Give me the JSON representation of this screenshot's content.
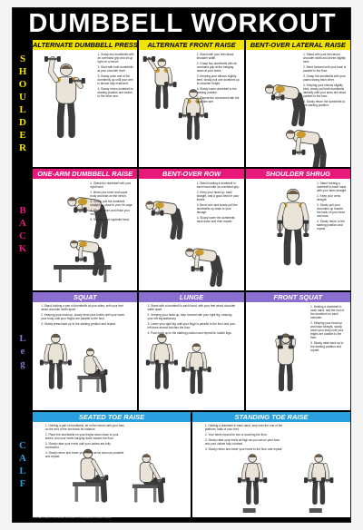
{
  "title": "DUMBBELL WORKOUT",
  "colors": {
    "shoulder": "#f2e400",
    "back": "#e8197a",
    "leg": "#8b6fd0",
    "calf": "#2a9fe0",
    "muscle_highlight": "#c99a2e",
    "skin": "#e9e3d8",
    "outline": "#3a3a3a"
  },
  "sections": [
    {
      "id": "shoulder",
      "side_letters": [
        "S",
        "H",
        "O",
        "U",
        "L",
        "D",
        "E",
        "R"
      ],
      "panels": [
        {
          "title": "ALTERNATE DUMBBELL PRESS",
          "steps": [
            "1. Grasp two dumbbells with an overhand grip and sit up right on a bench.",
            "2. Start with both dumbbells at your shoulder level.",
            "3. Slowly push one of the dumbbells up until your arm is almost fully extended.",
            "4. Slowly return dumbbell to starting position and switch to the other arm."
          ]
        },
        {
          "title": "ALTERNATE FRONT RAISE",
          "steps": [
            "1. Stand with your feet about shoulder width.",
            "2. Grasp two dumbbells with an overhand grip at the hanging down at your sides.",
            "3. Keeping your elbows slightly bent, slowly pull one dumbbell up to shoulder height.",
            "4. Slowly lower dumbbell to the starting position.",
            "5. Repeat the movement with the opposite arm."
          ]
        },
        {
          "title": "BENT-OVER LATERAL RAISE",
          "steps": [
            "1. Stand with your feet about shoulder width and knees slightly bent.",
            "2. Bend forward until your back is parallel to the floor.",
            "3. Grasp the dumbbells with your palms facing each other.",
            "4. Keeping your elbows slightly bent, slowly pull both dumbbells laterally until your arms are about parallel to the floor.",
            "5. Slowly return the dumbbells to the starting position."
          ]
        }
      ]
    },
    {
      "id": "back",
      "side_letters": [
        "B",
        "A",
        "C",
        "K"
      ],
      "panels": [
        {
          "title": "ONE-ARM DUMBBELL RAISE",
          "steps": [
            "1. Grasp the dumbbell with your right hand.",
            "2. Bend your knee and upper body and lean on the bench.",
            "3. Slowly pull the dumbbell straight up close to your rib cage.",
            "4. Slowly return and finish your set.",
            "5. Switch to the opposite hand."
          ]
        },
        {
          "title": "BENT-OVER ROW",
          "steps": [
            "1. Stand holding a dumbbell in each hand with an overhand grip.",
            "2. Keep your head up, back straight, and a good bend in your knees.",
            "3. Bend over and slowly pull the dumbbells up close to your ribcage.",
            "4. Slowly lower the dumbbells back down and then repeat."
          ]
        },
        {
          "title": "SHOULDER SHRUG",
          "steps": [
            "1. Stand holding a dumbbell in each hand with your arms straight.",
            "2. Keep your arms straight.",
            "3. Slowly pull your shoulders up toward the back of your head and ears.",
            "4. Slowly return to the starting position and repeat."
          ]
        }
      ]
    },
    {
      "id": "leg",
      "side_letters": [
        "L",
        "e",
        "g"
      ],
      "panels": [
        {
          "title": "SQUAT",
          "steps": [
            "1. Stand holding a pair of dumbbells at your sides, with your feet about shoulder width apart.",
            "2. Keeping your head up, slowly bend your knees until your lower your body until your thighs are parallel to the floor.",
            "3. Slowly press back up to the starting position and repeat."
          ]
        },
        {
          "title": "LUNGE",
          "steps": [
            "1. Stand with a dumbbell in each hand, with your feet about shoulder width apart.",
            "2. Keeping your head up, step forward with your right leg, keeping your left leg stationary.",
            "3. Lower your right leg until your thigh is parallel to the floor and your left knee almost touches the floor.",
            "4. Push back up to the starting position and repeat for switch legs."
          ]
        },
        {
          "title": "FRONT SQUAT",
          "steps": [
            "1. Holding a dumbbell in each hand, rest the end of the dumbbell on each shoulder.",
            "2. Keeping your head up and back straight, slowly lower your body until your thighs are parallel to the floor.",
            "3. Slowly raise back up to the starting position and repeat."
          ]
        }
      ]
    },
    {
      "id": "calf",
      "side_letters": [
        "C",
        "A",
        "L",
        "F"
      ],
      "panels": [
        {
          "title": "SEATED TOE RAISE",
          "steps": [
            "1. Holding a pair of dumbbells, sit on the bench with your toes on the end of the low block for balance.",
            "2. Place the dumbbells on your thighs down close to your knees, and your heels hanging down toward the floor.",
            "3. Slowly raise your heels until your calves are fully contracted.",
            "4. Slowly return and lower your heels as far down as possible and repeat."
          ]
        },
        {
          "title": "STANDING TOE RAISE",
          "steps": [
            "1. Holding a dumbbell in each hand, step onto the end of the platform, balls of your feet.",
            "2. Your heels should be low or touching the floor.",
            "3. Slowly raise your heels as high as you can on your toes and your calves fully contract.",
            "4. Slowly return and lower your heels to the floor and repeat."
          ]
        }
      ]
    }
  ],
  "footer": "Fit Wall Charts • Dumbbell Workout • Professional Fitness Charts"
}
